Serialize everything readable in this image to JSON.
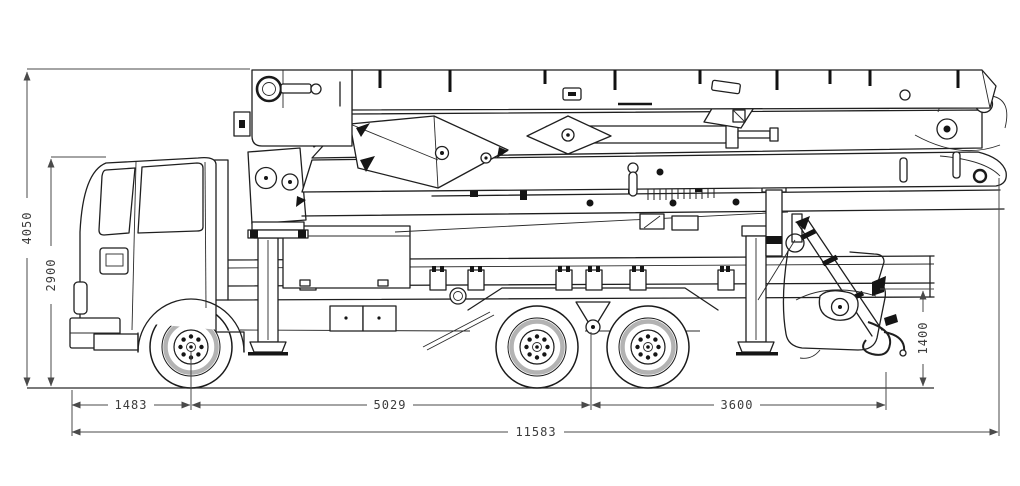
{
  "dimensions": {
    "overall_height": "4050",
    "cab_height": "2900",
    "front_overhang": "1483",
    "wheelbase": "5029",
    "rear_span": "3600",
    "overall_length": "11583",
    "rear_clearance": "1400"
  }
}
